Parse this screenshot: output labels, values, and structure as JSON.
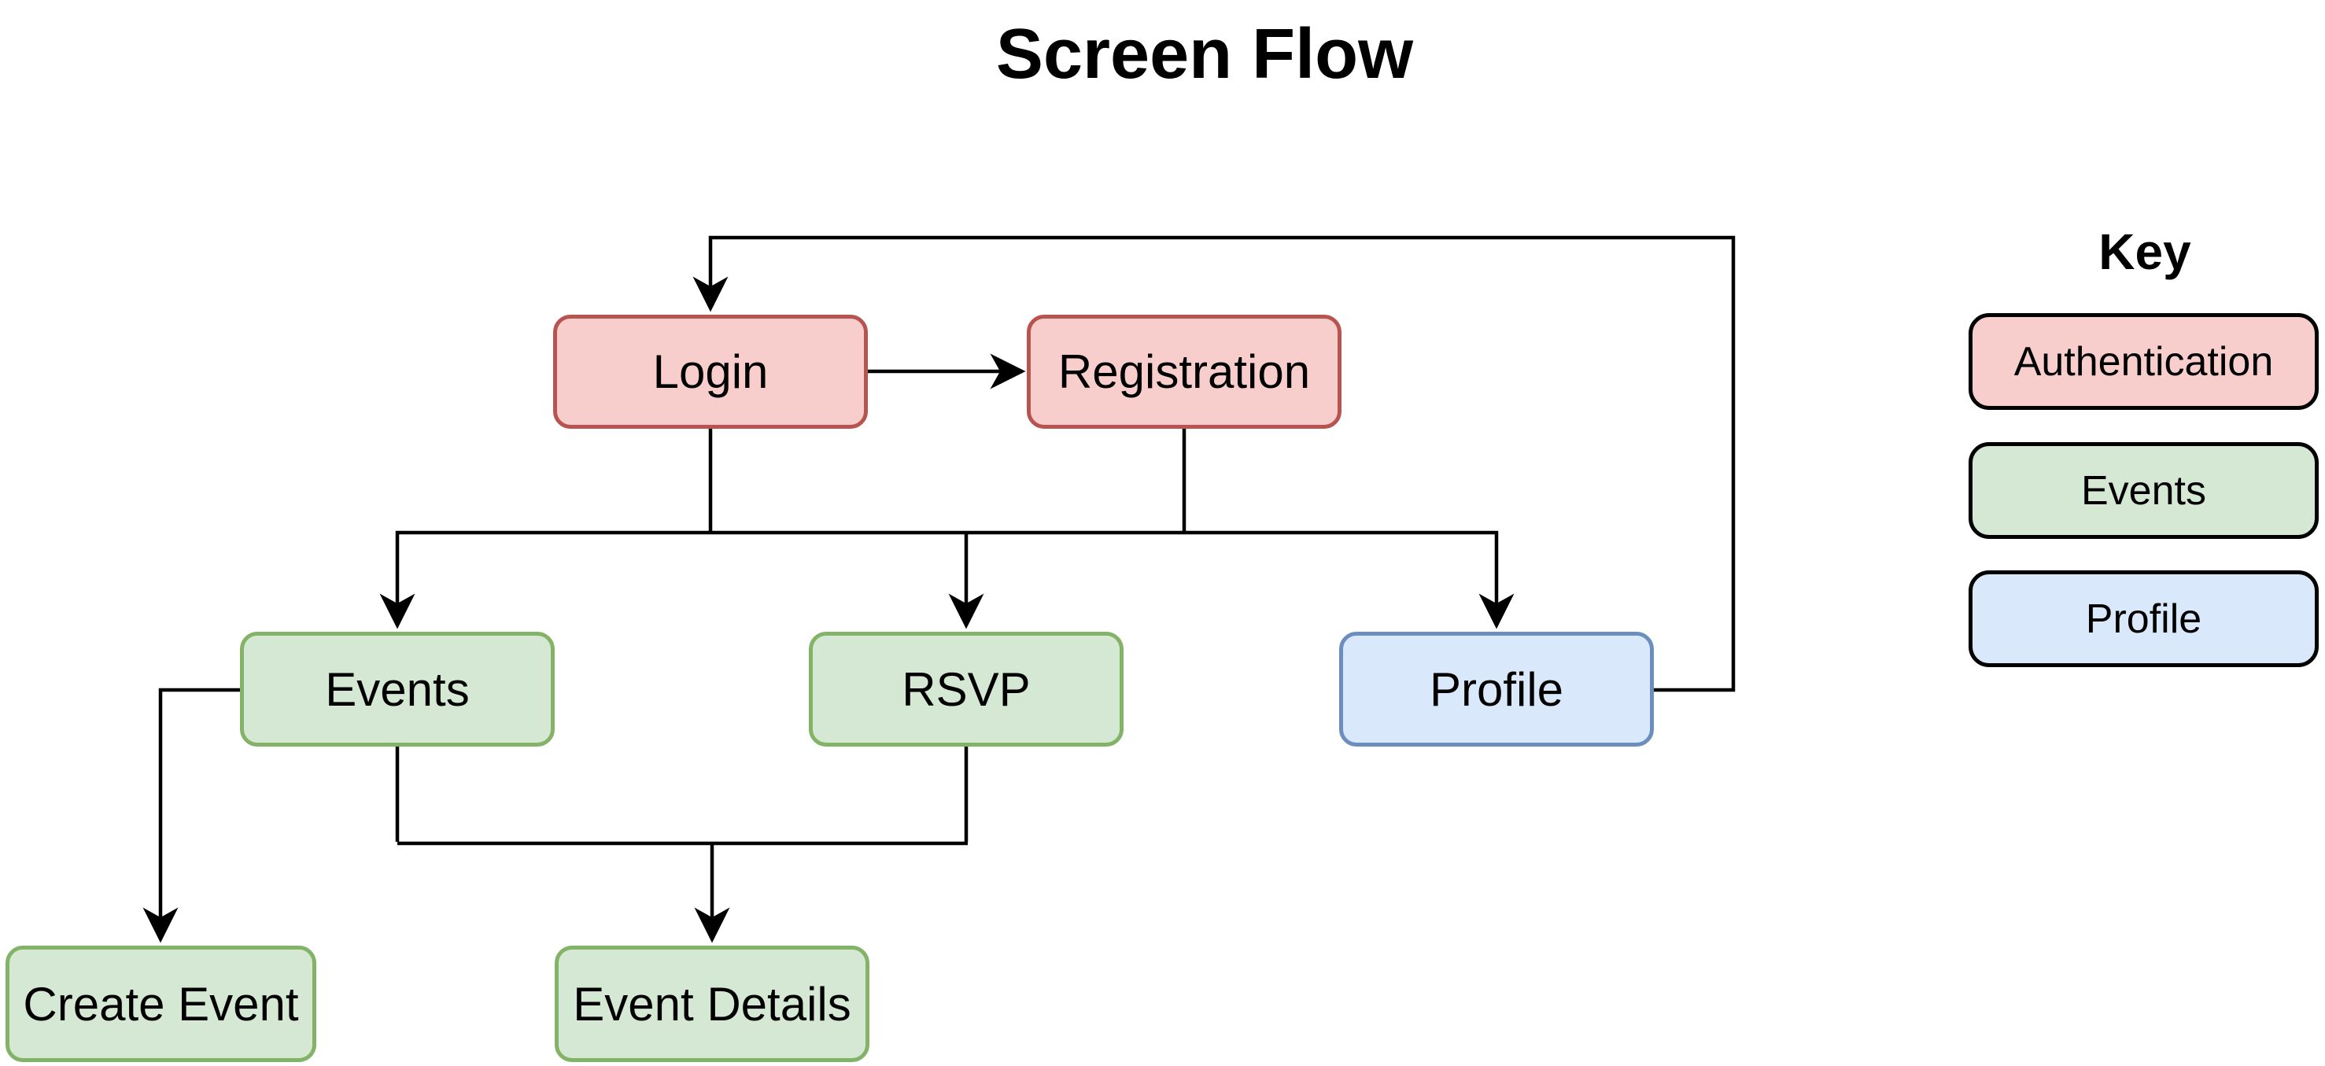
{
  "diagram": {
    "title": "Screen Flow",
    "nodes": [
      {
        "id": "login",
        "label": "Login",
        "category": "authentication"
      },
      {
        "id": "registration",
        "label": "Registration",
        "category": "authentication"
      },
      {
        "id": "events",
        "label": "Events",
        "category": "events"
      },
      {
        "id": "rsvp",
        "label": "RSVP",
        "category": "events"
      },
      {
        "id": "profile",
        "label": "Profile",
        "category": "profile"
      },
      {
        "id": "create_event",
        "label": "Create Event",
        "category": "events"
      },
      {
        "id": "event_details",
        "label": "Event Details",
        "category": "events"
      }
    ],
    "edges": [
      {
        "from": "login",
        "to": "registration"
      },
      {
        "from": "login",
        "to": "events"
      },
      {
        "from": "login",
        "to": "rsvp"
      },
      {
        "from": "registration",
        "to": "profile"
      },
      {
        "from": "profile",
        "to": "login"
      },
      {
        "from": "events",
        "to": "create_event"
      },
      {
        "from": "events",
        "to": "event_details"
      },
      {
        "from": "rsvp",
        "to": "event_details"
      }
    ]
  },
  "key": {
    "heading": "Key",
    "items": [
      {
        "label": "Authentication",
        "fill": "#f8cecc",
        "stroke": "#b85450"
      },
      {
        "label": "Events",
        "fill": "#d5e8d4",
        "stroke": "#82b366"
      },
      {
        "label": "Profile",
        "fill": "#dae8fc",
        "stroke": "#6c8ebf"
      }
    ]
  },
  "colors": {
    "background": "#ffffff",
    "connector": "#000000",
    "text": "#000000"
  }
}
